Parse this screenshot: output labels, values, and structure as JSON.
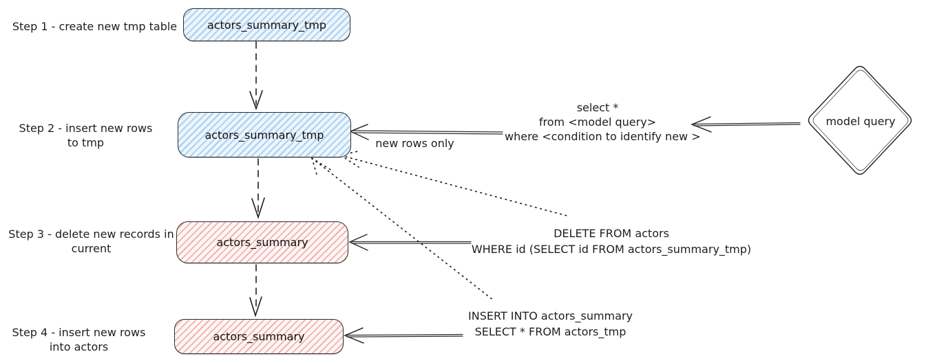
{
  "diagram": {
    "steps": [
      {
        "label": [
          "Step 1 - create new tmp table",
          ""
        ],
        "table": "actors_summary_tmp",
        "color": "blue"
      },
      {
        "label": [
          "Step 2 - insert new rows",
          "to tmp"
        ],
        "table": "actors_summary_tmp",
        "color": "blue"
      },
      {
        "label": [
          "Step 3 - delete new records in",
          "current"
        ],
        "table": "actors_summary",
        "color": "red"
      },
      {
        "label": [
          "Step 4 - insert new rows",
          "into actors"
        ],
        "table": "actors_summary",
        "color": "red"
      }
    ],
    "annotations": {
      "select_query": [
        "select *",
        "from <model query>",
        "where <condition to identify new >"
      ],
      "arrow_label": "new rows only",
      "delete_sql": [
        "DELETE FROM actors",
        "WHERE id (SELECT id FROM actors_summary_tmp)"
      ],
      "insert_sql": [
        "INSERT INTO actors_summary",
        "SELECT * FROM actors_tmp"
      ]
    },
    "model_query_label": "model query",
    "colors": {
      "blue_hatch": "#aed3f0",
      "blue_bg": "#edf5fc",
      "red_hatch": "#f3b0ac",
      "red_bg": "#fdf6f5",
      "stroke": "#1e1e1e"
    }
  }
}
